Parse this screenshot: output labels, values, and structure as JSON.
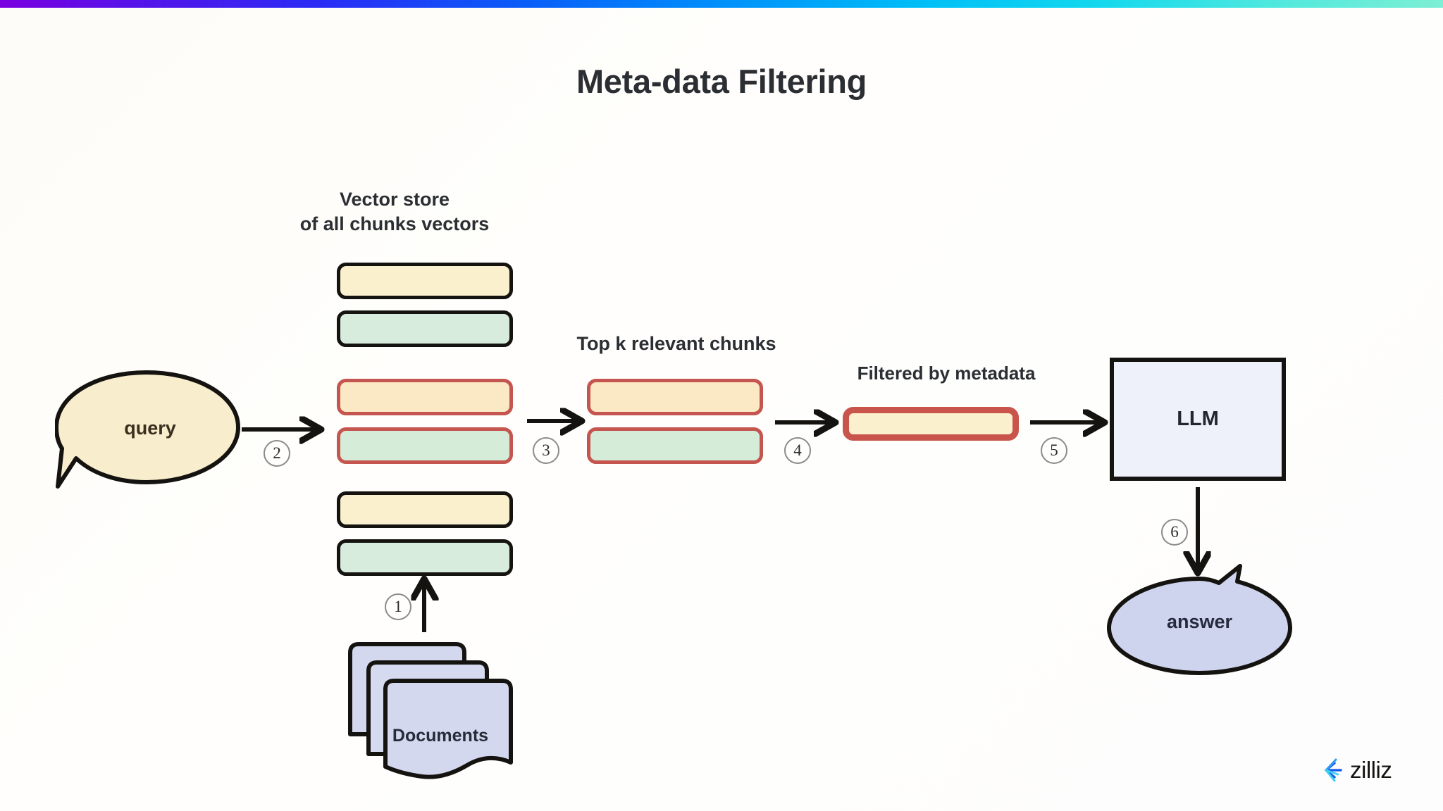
{
  "page": {
    "title": "Meta-data Filtering",
    "background_color": "#fdfdfb",
    "top_bar_colors": [
      "#7a00e0",
      "#2b2bf5",
      "#0090fb",
      "#12d8ee",
      "#7defd4"
    ]
  },
  "labels": {
    "vector_store_line1": "Vector store",
    "vector_store_line2": "of all chunks vectors",
    "top_k": "Top k relevant chunks",
    "filtered_by_metadata": "Filtered by metadata"
  },
  "nodes": {
    "query": "query",
    "llm": "LLM",
    "answer": "answer",
    "documents": "Documents"
  },
  "steps": [
    {
      "number": "1",
      "description": "documents indexed into vector store"
    },
    {
      "number": "2",
      "description": "query sent to vector store"
    },
    {
      "number": "3",
      "description": "retrieve top k relevant chunks"
    },
    {
      "number": "4",
      "description": "filter chunks by metadata"
    },
    {
      "number": "5",
      "description": "filtered chunk sent to LLM"
    },
    {
      "number": "6",
      "description": "LLM produces answer"
    }
  ],
  "vector_store_chunks": [
    {
      "fill": "#fbf0ce",
      "border": "#15130f",
      "style": "black",
      "color_name": "yellow"
    },
    {
      "fill": "#d7ecdc",
      "border": "#15130f",
      "style": "black",
      "color_name": "green"
    },
    {
      "fill": "#fbe8c4",
      "border": "#c5554f",
      "style": "red",
      "color_name": "yellow"
    },
    {
      "fill": "#d5ecd9",
      "border": "#c5554f",
      "style": "red",
      "color_name": "green"
    },
    {
      "fill": "#fbf0ce",
      "border": "#15130f",
      "style": "black",
      "color_name": "yellow"
    },
    {
      "fill": "#d7ecdc",
      "border": "#15130f",
      "style": "black",
      "color_name": "green"
    }
  ],
  "top_k_chunks": [
    {
      "fill": "#fbe8c4",
      "border": "#c5554f",
      "style": "red",
      "color_name": "yellow"
    },
    {
      "fill": "#d5ecd9",
      "border": "#c5554f",
      "style": "red",
      "color_name": "green"
    }
  ],
  "filtered_chunks": [
    {
      "fill": "#fbf0ce",
      "border": "#c9544c",
      "style": "red-thick",
      "color_name": "yellow"
    }
  ],
  "colors": {
    "chunk_yellow": "#fbf0ce",
    "chunk_green": "#d7ecdc",
    "chunk_border_black": "#15130f",
    "chunk_border_red": "#c5554f",
    "llm_fill": "#eef0fa",
    "query_fill": "#f8edcd",
    "answer_fill": "#ced4ee",
    "documents_fill": "#d3d8ef",
    "text_dark": "#2b2f33"
  },
  "logo": {
    "text": "zilliz",
    "mark_colors": [
      "#1b5cf0",
      "#3ad0f0"
    ]
  }
}
